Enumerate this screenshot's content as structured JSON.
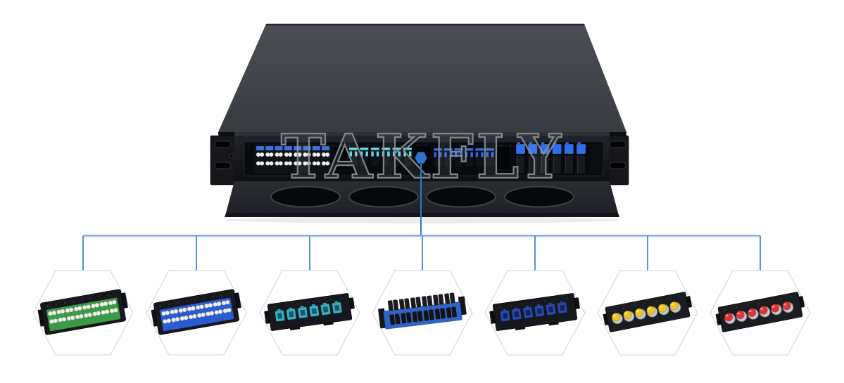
{
  "watermark": {
    "text": "TAKFLY",
    "color": "#8e939a"
  },
  "connectors": {
    "marker_color": "#2f74c8",
    "stem_color": "#2e79c8",
    "branch_color": "#4987c8",
    "bus_color": "#b9d0ea",
    "bus_core_color": "#6496cb"
  },
  "hexagon": {
    "fill": "#ffffff",
    "border": "#d6dce1"
  },
  "front_ports": {
    "lc_white_cap": "#3f6fd8",
    "aqua": "#5fd8e2",
    "blue_lc": "#2e6be0",
    "sc_blue": "#2f6fe8"
  },
  "modules": [
    {
      "name": "lc-apc-quad-adapter-panel-green",
      "accent": "#3a9a45"
    },
    {
      "name": "lc-upc-quad-adapter-panel-blue",
      "accent": "#2a5bd0"
    },
    {
      "name": "lc-duplex-adapter-panel-aqua",
      "accent": "#35b2c8"
    },
    {
      "name": "sc-duplex-adapter-panel-blue",
      "accent": "#2d64cc"
    },
    {
      "name": "sc-simplex-adapter-panel-blue",
      "accent": "#2a4ab2"
    },
    {
      "name": "st-adapter-panel-yellow",
      "accent": "#f2c51d"
    },
    {
      "name": "fc-adapter-panel-red",
      "accent": "#e03438"
    }
  ]
}
